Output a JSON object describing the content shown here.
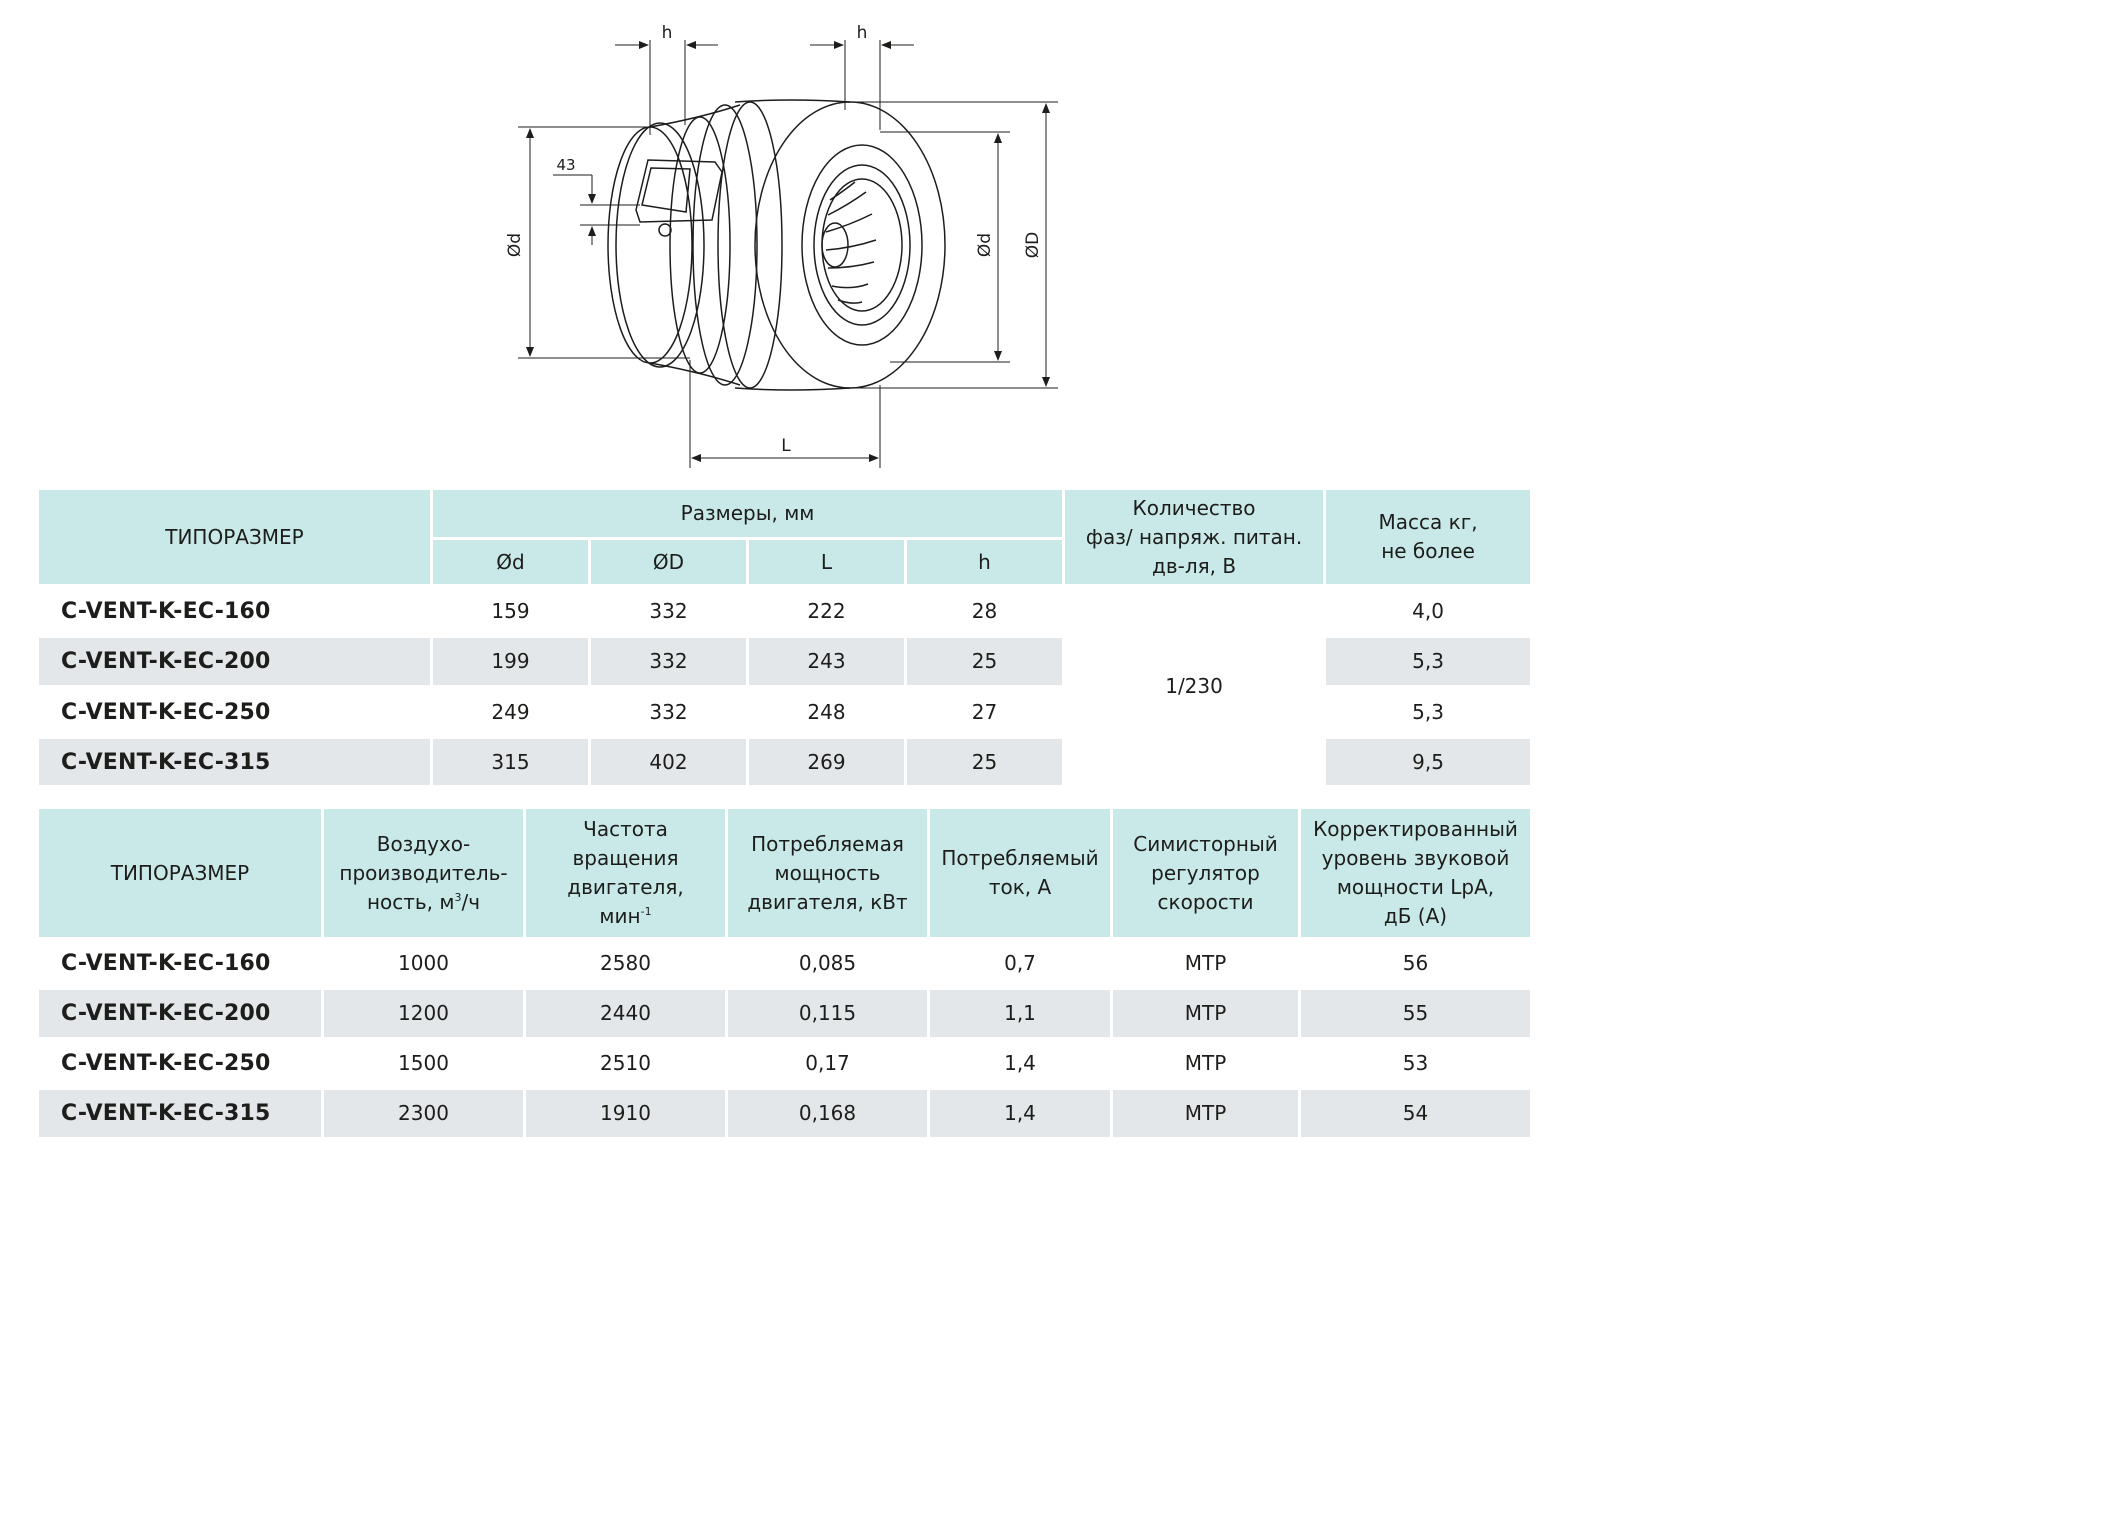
{
  "drawing": {
    "labels": {
      "h_left": "h",
      "h_right": "h",
      "dim_43": "43",
      "d_left": "Ød",
      "d_right": "Ød",
      "D": "ØD",
      "L": "L"
    }
  },
  "table1": {
    "header": {
      "model": "ТИПОРАЗМЕР",
      "dimensions": "Размеры, мм",
      "sub": [
        "Ød",
        "ØD",
        "L",
        "h"
      ],
      "phases_line1": "Количество",
      "phases_line2": "фаз/ напряж. питан.",
      "phases_line3": "дв-ля, В",
      "mass_line1": "Масса кг,",
      "mass_line2": "не более"
    },
    "voltage": "1/230",
    "rows": [
      {
        "model": "C-VENT-K-EC-160",
        "d": "159",
        "D": "332",
        "L": "222",
        "h": "28",
        "mass": "4,0"
      },
      {
        "model": "C-VENT-K-EC-200",
        "d": "199",
        "D": "332",
        "L": "243",
        "h": "25",
        "mass": "5,3"
      },
      {
        "model": "C-VENT-K-EC-250",
        "d": "249",
        "D": "332",
        "L": "248",
        "h": "27",
        "mass": "5,3"
      },
      {
        "model": "C-VENT-K-EC-315",
        "d": "315",
        "D": "402",
        "L": "269",
        "h": "25",
        "mass": "9,5"
      }
    ]
  },
  "table2": {
    "header": {
      "model": "ТИПОРАЗМЕР",
      "airflow_line1": "Воздухо-",
      "airflow_line2": "производитель-",
      "airflow_line3": "ность, м",
      "airflow_sup": "3",
      "airflow_tail": "/ч",
      "speed_line1": "Частота",
      "speed_line2": "вращения",
      "speed_line3": "двигателя,",
      "speed_line4": "мин",
      "speed_sup": "-1",
      "power_line1": "Потребляемая",
      "power_line2": "мощность",
      "power_line3": "двигателя, кВт",
      "current_line1": "Потребляемый",
      "current_line2": "ток, А",
      "reg_line1": "Симисторный",
      "reg_line2": "регулятор",
      "reg_line3": "скорости",
      "sound_line1": "Корректированный",
      "sound_line2": "уровень звуковой",
      "sound_line3": "мощности LpA,",
      "sound_line4": "дБ (А)"
    },
    "rows": [
      {
        "model": "C-VENT-K-EC-160",
        "airflow": "1000",
        "speed": "2580",
        "power": "0,085",
        "current": "0,7",
        "regulator": "MTP",
        "sound": "56"
      },
      {
        "model": "C-VENT-K-EC-200",
        "airflow": "1200",
        "speed": "2440",
        "power": "0,115",
        "current": "1,1",
        "regulator": "MTP",
        "sound": "55"
      },
      {
        "model": "C-VENT-K-EC-250",
        "airflow": "1500",
        "speed": "2510",
        "power": "0,17",
        "current": "1,4",
        "regulator": "MTP",
        "sound": "53"
      },
      {
        "model": "C-VENT-K-EC-315",
        "airflow": "2300",
        "speed": "1910",
        "power": "0,168",
        "current": "1,4",
        "regulator": "MTP",
        "sound": "54"
      }
    ]
  }
}
